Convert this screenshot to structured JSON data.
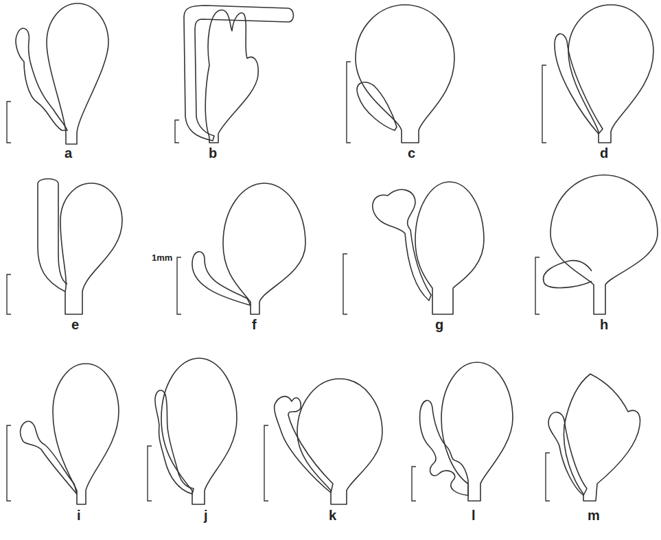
{
  "diagram": {
    "labels": [
      "a",
      "b",
      "c",
      "d",
      "e",
      "1mm",
      "f",
      "g",
      "h",
      "i",
      "j",
      "k",
      "l",
      "m"
    ]
  }
}
